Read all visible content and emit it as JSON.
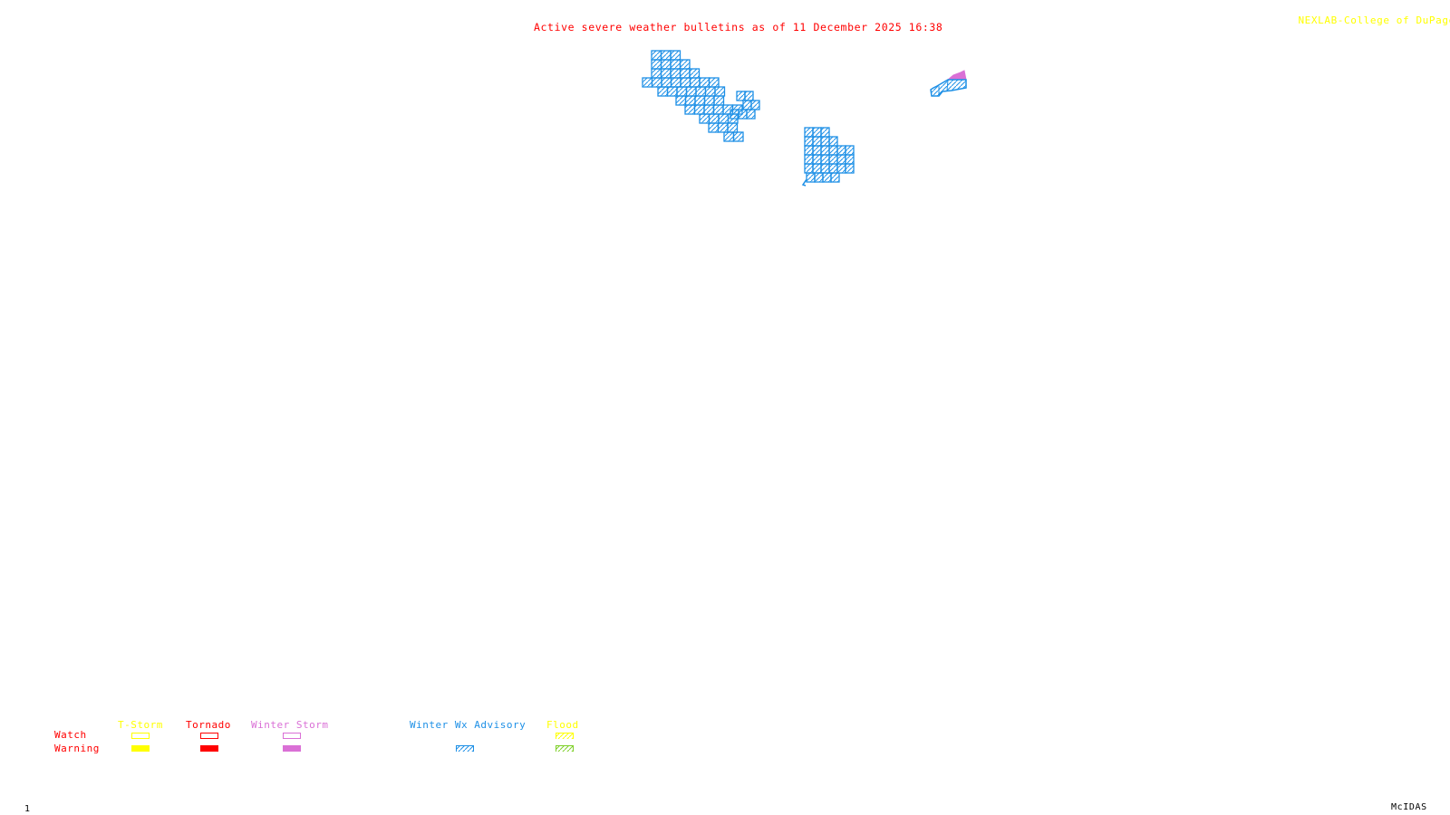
{
  "title": "Active severe weather bulletins as of 11 December 2025 16:38",
  "credit": "NEXLAB-College of DuPage",
  "credit_icon": "nexlab-logo-icon",
  "frame_number": "1",
  "software_label": "McIDAS",
  "colors": {
    "title": "#ff0000",
    "credit": "#ffff00",
    "tstorm": "#ffff00",
    "tornado": "#ff0000",
    "winter_storm": "#da70d6",
    "winter_wx_advisory": "#1e90e6",
    "flood_watch": "#ffff00",
    "flood_warning": "#7fd02a",
    "row_labels": "#ff0000"
  },
  "legend": {
    "row_labels": {
      "watch": "Watch",
      "warning": "Warning"
    },
    "categories": [
      {
        "key": "tstorm",
        "label": "T-Storm",
        "watch_style": "outline",
        "warning_style": "solid"
      },
      {
        "key": "tornado",
        "label": "Tornado",
        "watch_style": "outline",
        "warning_style": "solid"
      },
      {
        "key": "winter_storm",
        "label": "Winter Storm",
        "watch_style": "outline",
        "warning_style": "solid"
      },
      {
        "key": "winter_wx_advisory",
        "label": "Winter Wx Advisory",
        "watch_style": "none",
        "warning_style": "hatched"
      },
      {
        "key": "flood",
        "label": "Flood",
        "watch_style": "hatched",
        "warning_style": "hatched"
      }
    ]
  },
  "alert_areas": [
    {
      "name": "winter-wx-advisory-area-west",
      "type": "Winter Wx Advisory"
    },
    {
      "name": "winter-wx-advisory-area-central",
      "type": "Winter Wx Advisory"
    },
    {
      "name": "winter-wx-advisory-area-east",
      "type": "Winter Wx Advisory"
    },
    {
      "name": "winter-storm-warning-area-east",
      "type": "Winter Storm Warning"
    }
  ]
}
